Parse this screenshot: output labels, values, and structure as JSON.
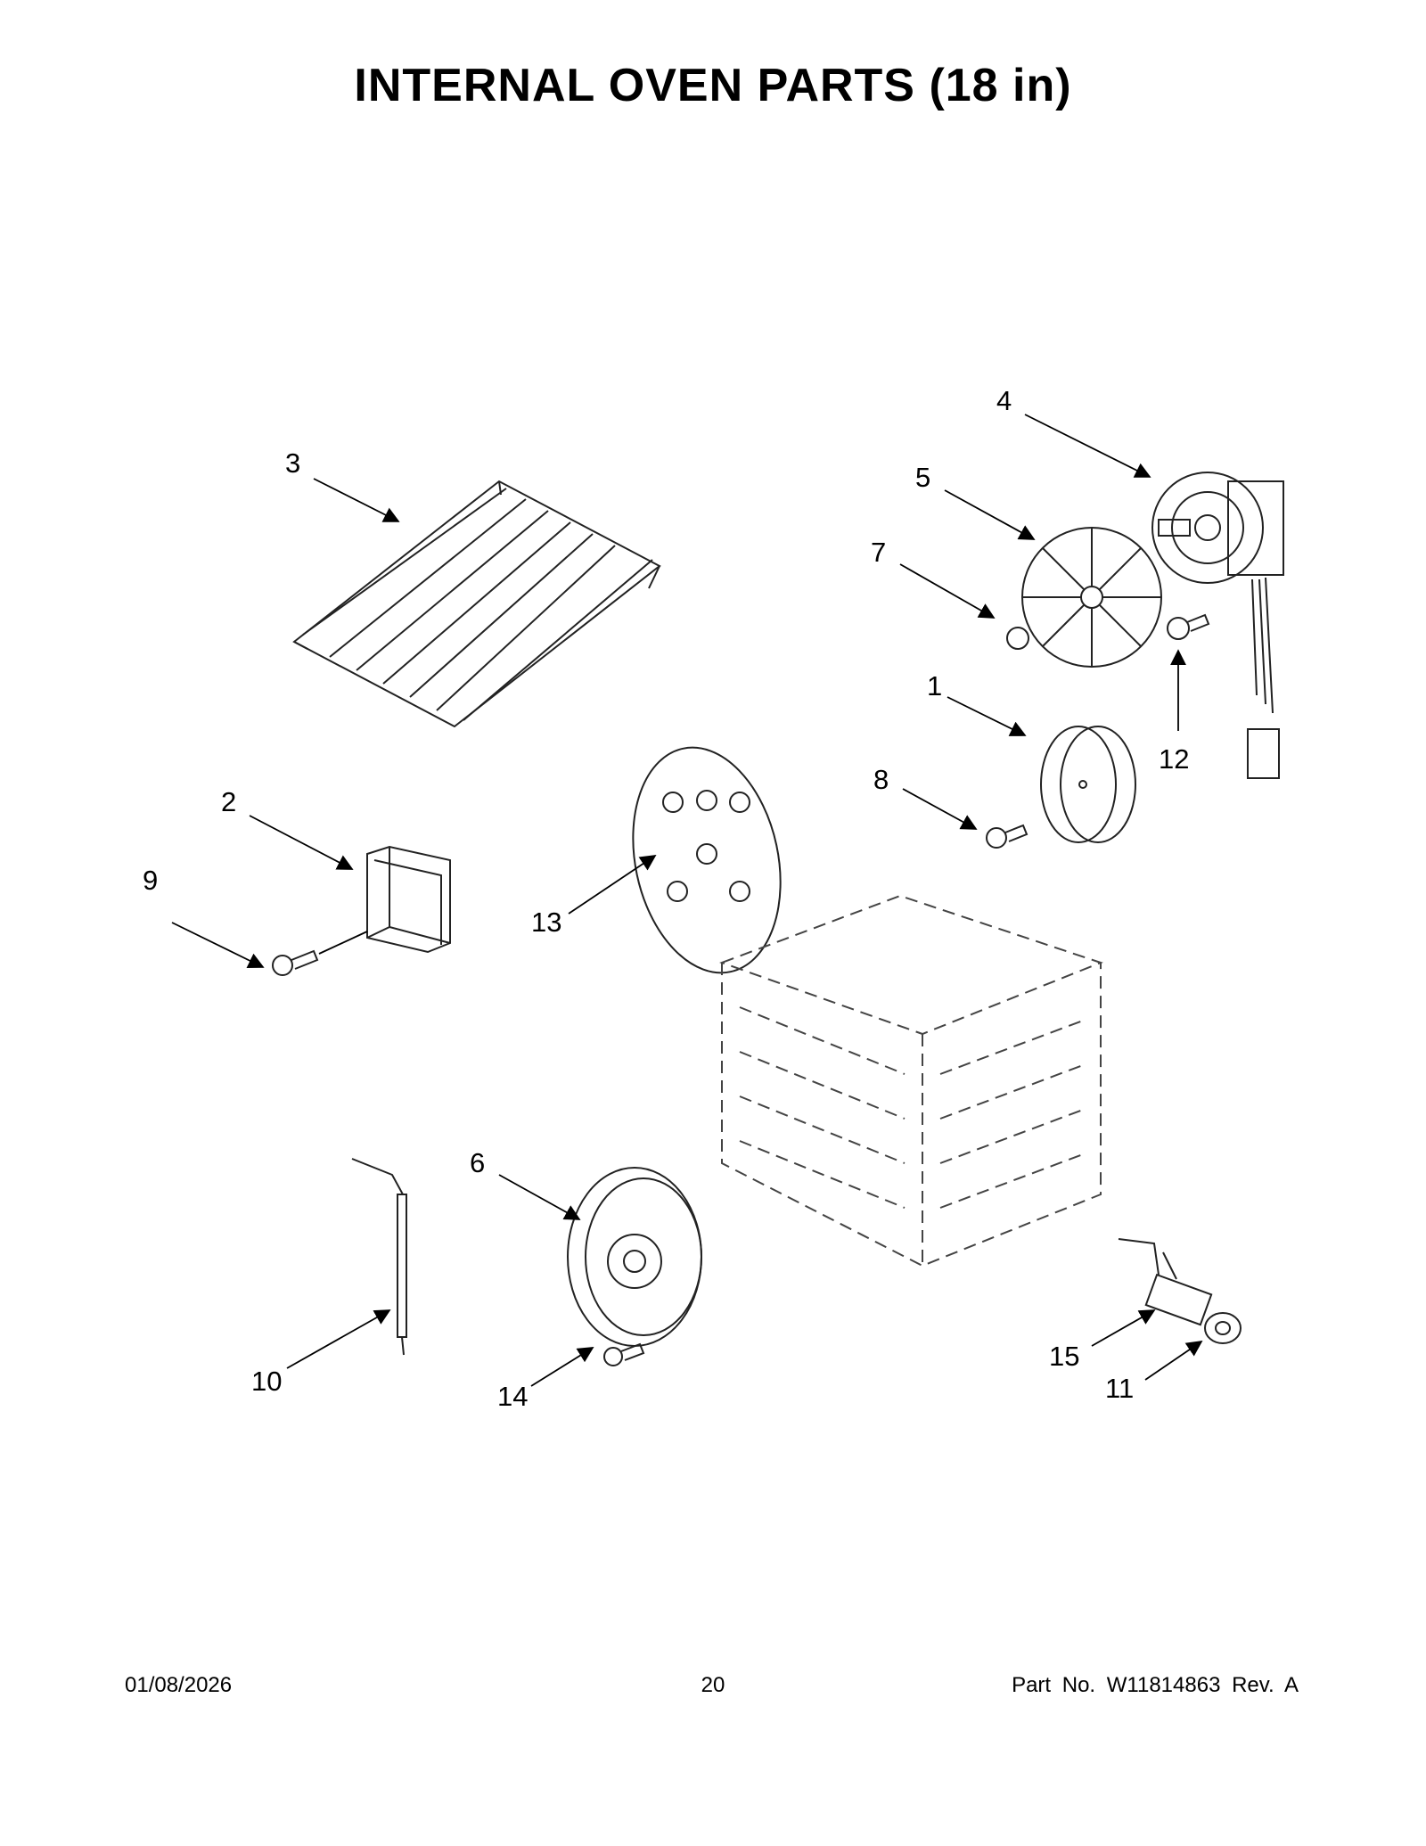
{
  "title": "INTERNAL OVEN PARTS (18 in)",
  "callouts": [
    "1",
    "2",
    "3",
    "4",
    "5",
    "6",
    "7",
    "8",
    "9",
    "10",
    "11",
    "12",
    "13",
    "14",
    "15"
  ],
  "footer": {
    "date": "01/08/2026",
    "page": "20",
    "part_number": "Part No.  W11814863  Rev.  A"
  }
}
